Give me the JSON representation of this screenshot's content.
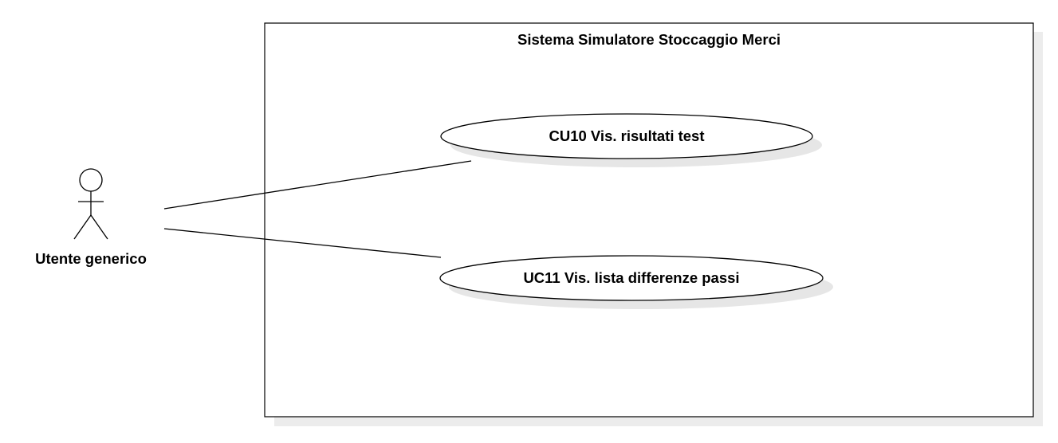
{
  "system": {
    "title": "Sistema Simulatore Stoccaggio Merci"
  },
  "actor": {
    "name": "Utente generico"
  },
  "use_cases": [
    {
      "label": "CU10 Vis. risultati test"
    },
    {
      "label": "UC11 Vis. lista differenze passi"
    }
  ],
  "colors": {
    "stroke": "#000000",
    "background": "#ffffff",
    "shadow": "#d9d9d9"
  }
}
